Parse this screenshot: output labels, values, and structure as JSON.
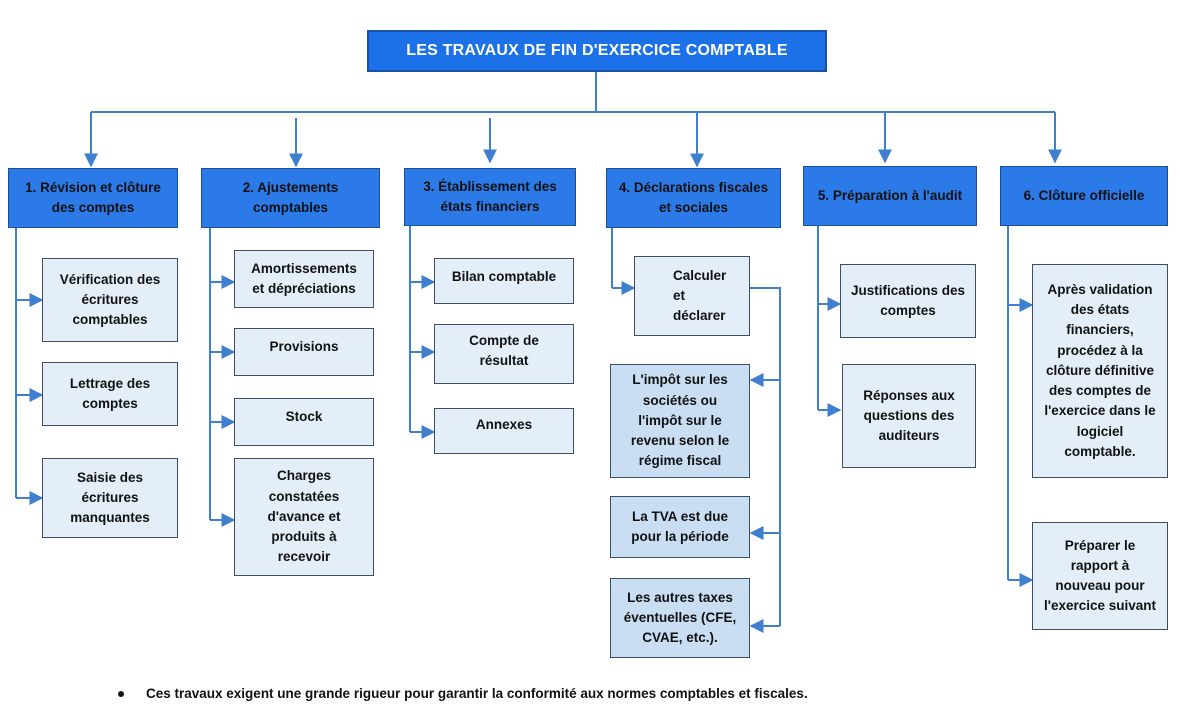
{
  "title": "LES TRAVAUX DE FIN D'EXERCICE COMPTABLE",
  "columns": [
    {
      "header": "1. Révision et clôture\ndes comptes",
      "items": [
        "Vérification des\nécritures\ncomptables",
        "Lettrage des\ncomptes",
        "Saisie des\nécritures\nmanquantes"
      ]
    },
    {
      "header": "2. Ajustements\ncomptables",
      "items": [
        "Amortissements\net dépréciations",
        "Provisions",
        "Stock",
        "Charges\nconstatées\nd'avance et\nproduits à\nrecevoir"
      ]
    },
    {
      "header": "3. Établissement des\nétats financiers",
      "items": [
        "Bilan comptable",
        "Compte de\nrésultat",
        "Annexes"
      ]
    },
    {
      "header": "4. Déclarations fiscales\net sociales",
      "items": [
        "Calculer\net\ndéclarer"
      ],
      "sub_items": [
        "L'impôt sur les\nsociétés ou\nl'impôt sur le\nrevenu selon le\nrégime fiscal",
        "La TVA est due\npour la période",
        "Les autres taxes\néventuelles (CFE,\nCVAE, etc.)."
      ]
    },
    {
      "header": "5. Préparation à l'audit",
      "items": [
        "Justifications des\ncomptes",
        "Réponses aux\nquestions des\nauditeurs"
      ]
    },
    {
      "header": "6. Clôture officielle",
      "items": [
        "Après validation\ndes états\nfinanciers,\nprocédez à la\nclôture définitive\ndes comptes de\nl'exercice dans le\nlogiciel\ncomptable.",
        "Préparer le\nrapport à\nnouveau pour\nl'exercice suivant"
      ]
    }
  ],
  "footnote": "Ces travaux exigent une grande rigueur pour garantir la conformité aux normes comptables et fiscales.",
  "colors": {
    "title_fill": "#1c70e8",
    "header_fill": "#2b7ae8",
    "item_fill": "#e3eef8",
    "tax_fill": "#c9def3",
    "connector": "#3f7fd0"
  }
}
